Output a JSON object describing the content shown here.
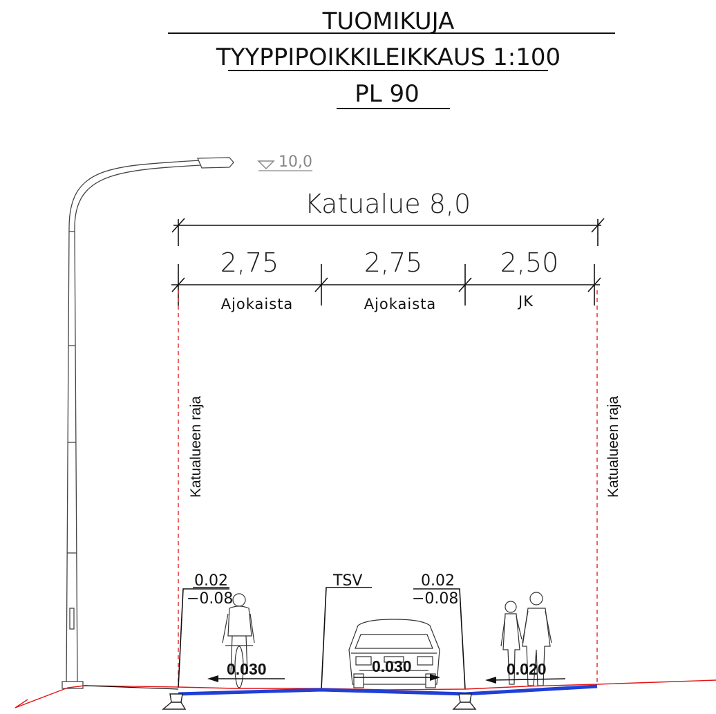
{
  "title": {
    "line1": "TUOMIKUJA",
    "line2": "TYYPPIPOIKKILEIKKAUS 1:100",
    "line3": "PL 90"
  },
  "elevation_label": "10,0",
  "street_area": {
    "label": "Katualue 8,0"
  },
  "segments": [
    {
      "width": "2,75",
      "label": "Ajokaista"
    },
    {
      "width": "2,75",
      "label": "Ajokaista"
    },
    {
      "width": "2,50",
      "label": "JK"
    }
  ],
  "boundary_labels": {
    "left": "Katualueen raja",
    "right": "Katualueen raja"
  },
  "layer_labels": {
    "left_top": "0.02",
    "left_bottom": "−0.08",
    "right_top": "0.02",
    "right_bottom": "−0.08",
    "center": "TSV"
  },
  "slopes": {
    "left": "0.030",
    "center": "0.030",
    "right": "0.020"
  },
  "colors": {
    "surface": "#1f3fd6",
    "ground_line": "#e21414",
    "boundary": "#e23333",
    "drawing": "#222222"
  }
}
